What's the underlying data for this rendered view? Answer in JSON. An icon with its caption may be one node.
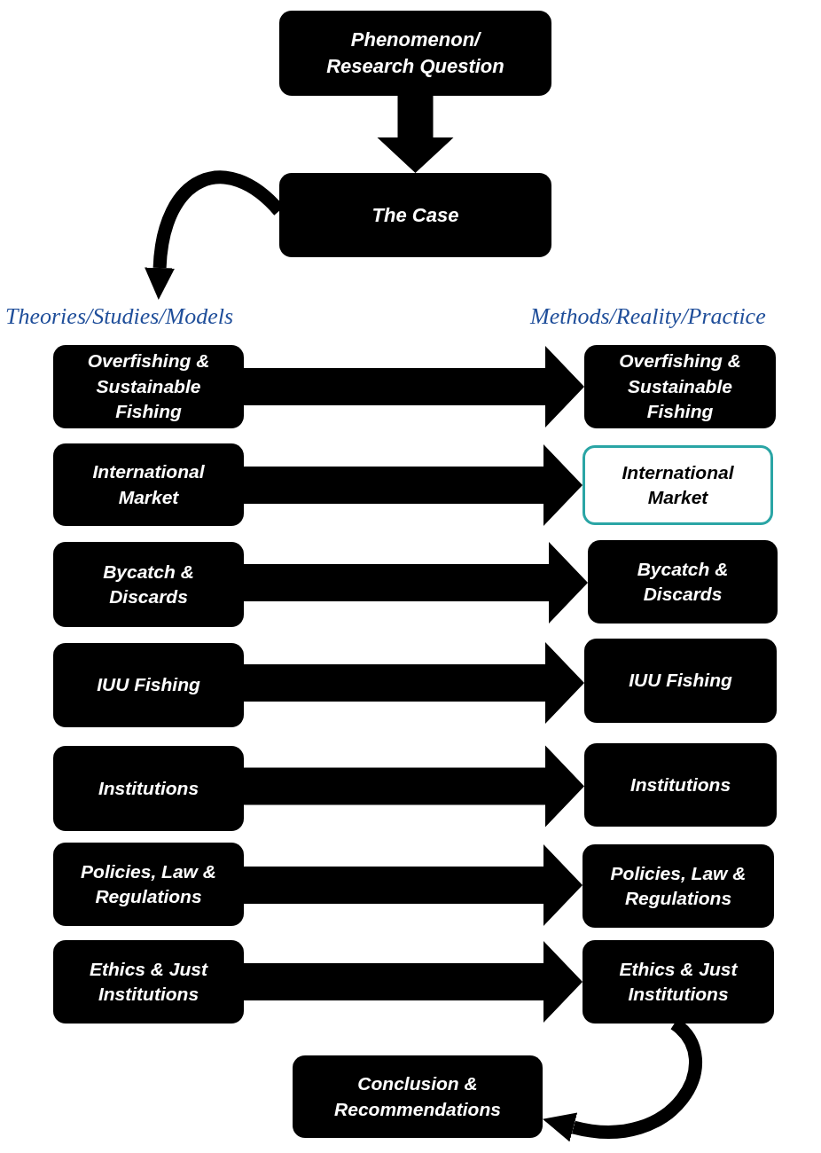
{
  "diagram": {
    "nodes": [
      {
        "text": [
          "Phenomenon/ Research Question"
        ]
      },
      {
        "text": [
          "The Case"
        ]
      },
      {
        "text": [
          "Theories/Studies/Models"
        ]
      },
      {
        "text": [
          "Overfishing & Sustainable Fishing"
        ]
      },
      {
        "text": [
          "International Market"
        ]
      },
      {
        "text": [
          "Bycatch & Discards"
        ]
      },
      {
        "text": [
          "IUU Fishing"
        ]
      },
      {
        "text": [
          "Institutions"
        ]
      },
      {
        "text": [
          "Policies, Law & Regulations"
        ]
      },
      {
        "text": [
          "Ethics & Just Institutions"
        ]
      },
      {
        "text": [
          "Overfishing & Sustainable Fishing"
        ]
      },
      {
        "text": [
          "International Market"
        ]
      },
      {
        "text": [
          "Bycatch & Discards"
        ]
      },
      {
        "text": [
          "IUU Fishing"
        ]
      },
      {
        "text": [
          "Institutions"
        ]
      },
      {
        "text": [
          "Policies, Law & Regulations"
        ]
      },
      {
        "text": [
          "Ethics & Just Institutions"
        ]
      },
      {
        "text": [
          "Conclusion & Recommendations"
        ]
      }
    ],
    "edges": [
      {
        "from": 0,
        "to": 1,
        "arrow": "to"
      },
      {
        "from": 1,
        "to": 2,
        "arrow": "to"
      },
      {
        "from": 3,
        "to": 10,
        "arrow": "to"
      },
      {
        "from": 4,
        "to": 11,
        "arrow": "to"
      },
      {
        "from": 5,
        "to": 12,
        "arrow": "to"
      },
      {
        "from": 6,
        "to": 13,
        "arrow": "to"
      },
      {
        "from": 7,
        "to": 14,
        "arrow": "to"
      },
      {
        "from": 8,
        "to": 15,
        "arrow": "to"
      },
      {
        "from": 9,
        "to": 16,
        "arrow": "to"
      },
      {
        "from": 16,
        "to": 17,
        "arrow": "to"
      }
    ],
    "labels": [
      "Methods/Reality/Practice"
    ]
  }
}
